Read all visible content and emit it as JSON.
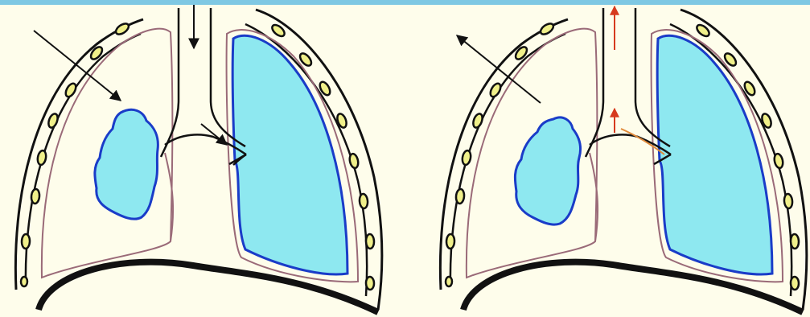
{
  "colors": {
    "background": "#fefdeb",
    "top_band": "#7ec8e3",
    "lung_fill": "#8ee8f0",
    "lung_outline": "#1a3cc8",
    "pleura_outline": "#9a6a78",
    "rib_fill": "#f0f08a",
    "outline": "#111111",
    "red_arrow": "#d63a1e",
    "black_arrow": "#111111"
  },
  "icons": {
    "air_in_arrow": "arrow-down-right-icon",
    "air_out_arrow": "arrow-up-left-icon",
    "trachea_in_arrow": "arrow-down-icon",
    "trachea_out_arrow": "arrow-up-icon"
  },
  "panels": [
    {
      "id": "inspiration",
      "airflow": "in"
    },
    {
      "id": "expiration",
      "airflow": "out"
    }
  ]
}
